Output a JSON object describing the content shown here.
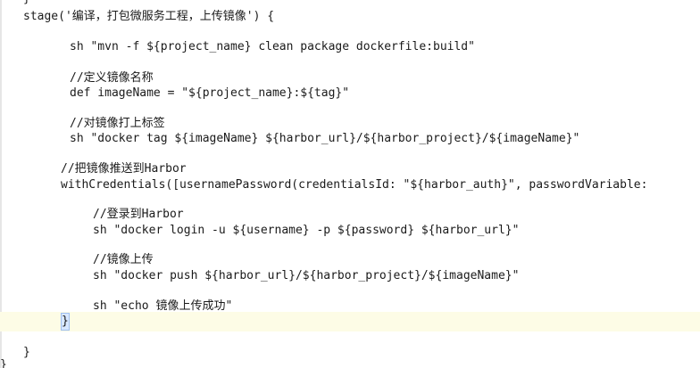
{
  "editor": {
    "lines": [
      "}",
      "stage('编译，打包微服务工程，上传镜像') {",
      "sh \"mvn -f ${project_name} clean package dockerfile:build\"",
      "//定义镜像名称",
      "def imageName = \"${project_name}:${tag}\"",
      "//对镜像打上标签",
      "sh \"docker tag ${imageName} ${harbor_url}/${harbor_project}/${imageName}\"",
      "//把镜像推送到Harbor",
      "withCredentials([usernamePassword(credentialsId: \"${harbor_auth}\", passwordVariable:",
      "//登录到Harbor",
      "sh \"docker login -u ${username} -p ${password} ${harbor_url}\"",
      "//镜像上传",
      "sh \"docker push ${harbor_url}/${harbor_project}/${imageName}\"",
      "sh \"echo 镜像上传成功\"",
      "}",
      "}",
      "}"
    ]
  }
}
